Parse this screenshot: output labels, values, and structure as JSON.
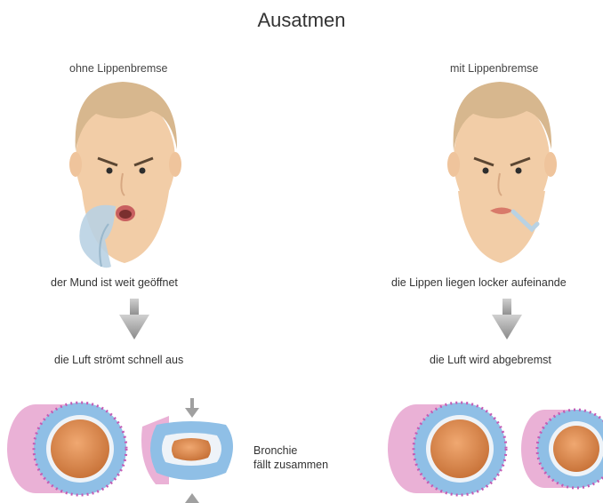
{
  "title": "Ausatmen",
  "left": {
    "heading": "ohne Lippenbremse",
    "caption_mouth": "der Mund ist weit geöffnet",
    "caption_air": "die Luft strömt schnell aus",
    "bronchus_note_line1": "Bronchie",
    "bronchus_note_line2": "fällt zusammen"
  },
  "right": {
    "heading": "mit Lippenbremse",
    "caption_mouth": "die Lippen liegen locker aufeinande",
    "caption_air": "die Luft wird abgebremst"
  },
  "colors": {
    "skin": "#f2cda7",
    "hair": "#d7b78e",
    "airway_outer": "#eab1d6",
    "airway_wall": "#8fbfe6",
    "airway_lumen": "#d98a4e",
    "arrow": "#9e9e9e"
  }
}
